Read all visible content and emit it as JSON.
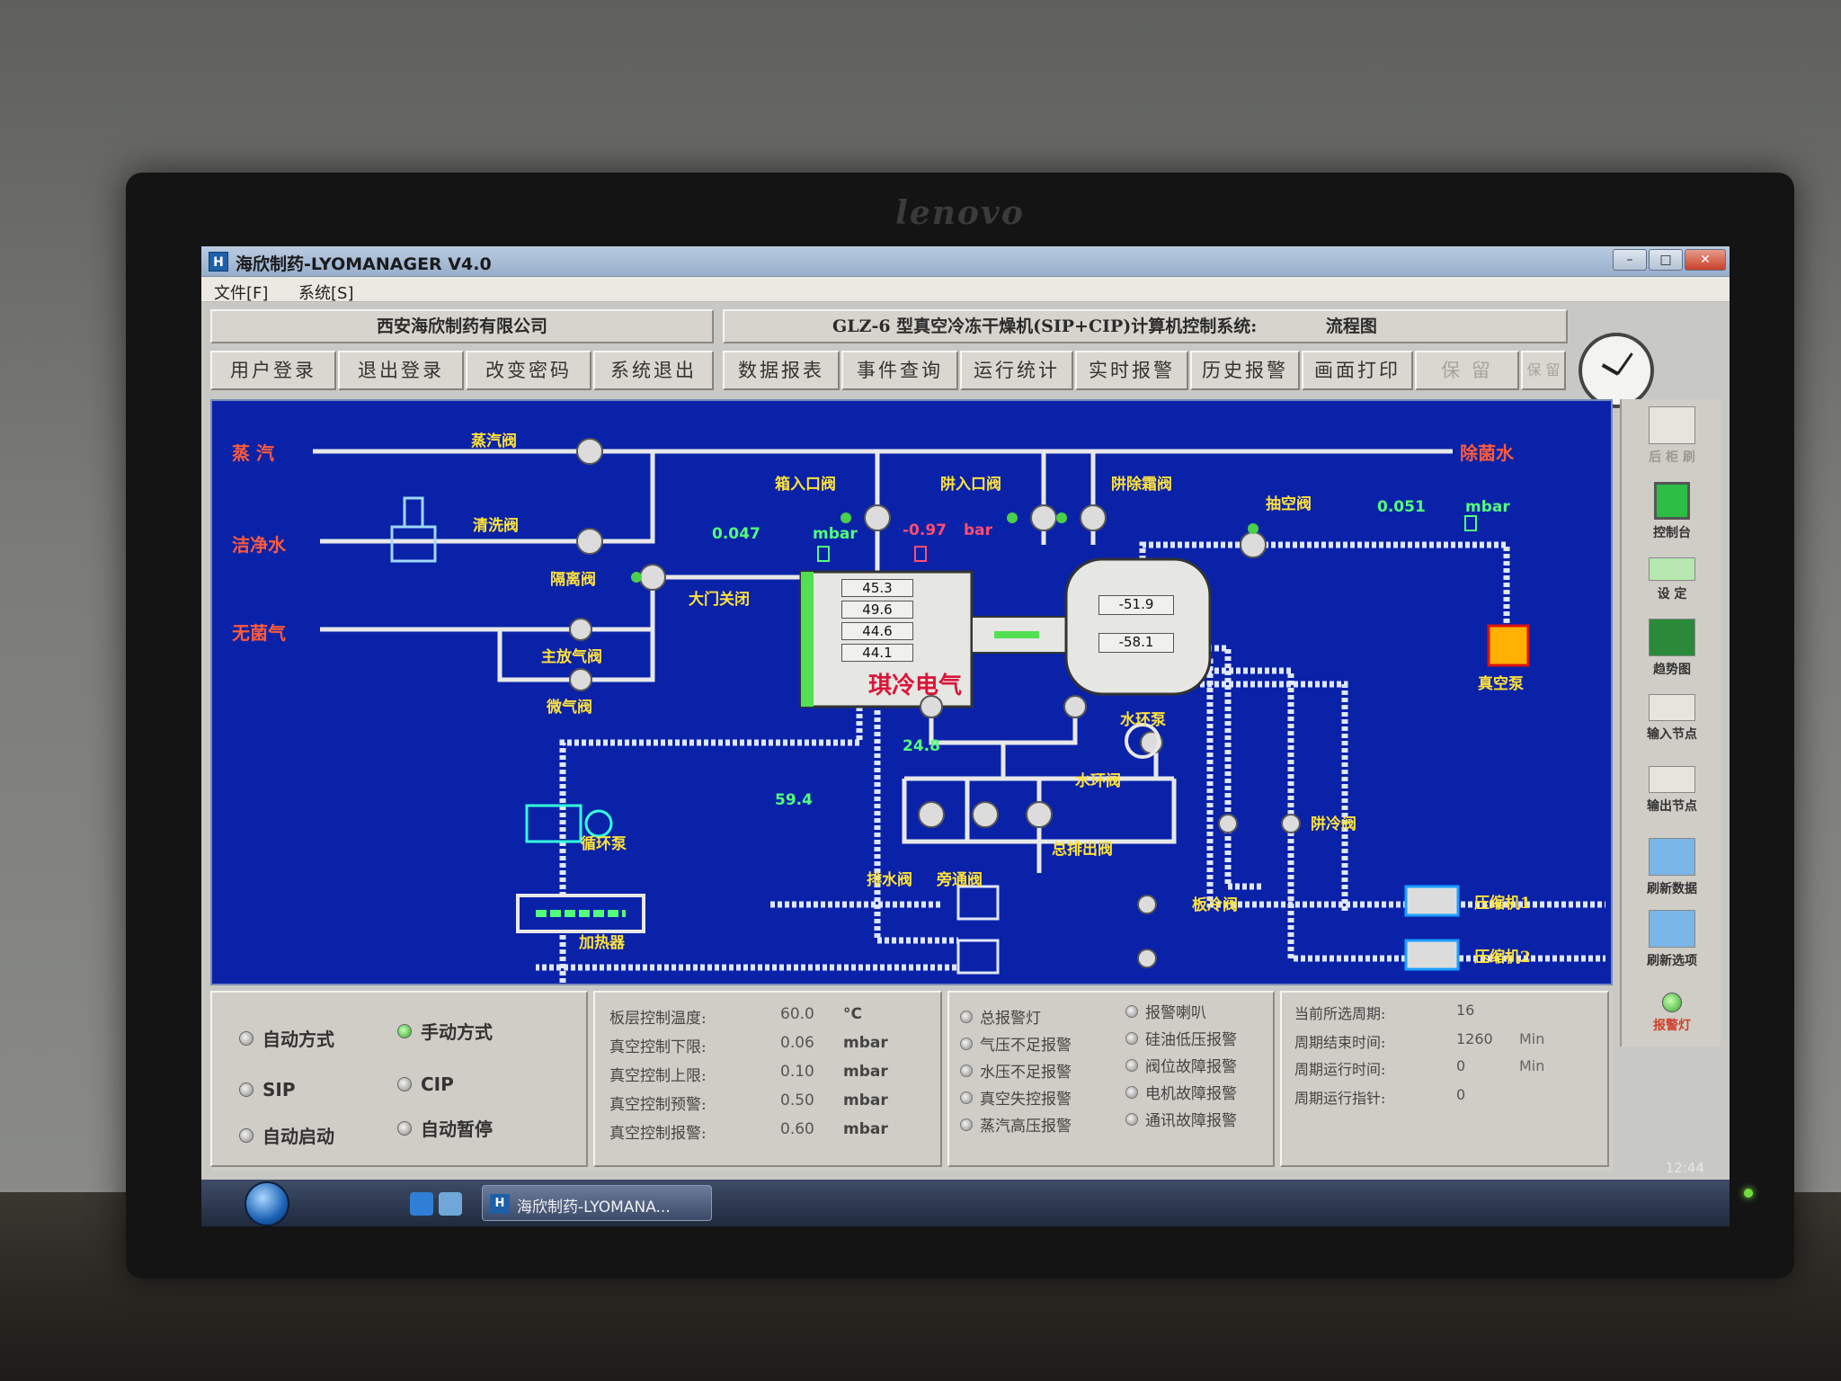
{
  "window": {
    "title": "海欣制药-LYOMANAGER V4.0",
    "controls": [
      "–",
      "□",
      "✕"
    ]
  },
  "menu": [
    {
      "label": "文件[F]"
    },
    {
      "label": "系统[S]"
    }
  ],
  "header": {
    "company": "西安海欣制药有限公司",
    "system_title": "GLZ-6 型真空冷冻干燥机(SIP+CIP)计算机控制系统:",
    "view_name": "流程图"
  },
  "toolbar": [
    {
      "label": "用户登录",
      "enabled": true
    },
    {
      "label": "退出登录",
      "enabled": true
    },
    {
      "label": "改变密码",
      "enabled": true
    },
    {
      "label": "系统退出",
      "enabled": true
    },
    {
      "label": "数据报表",
      "enabled": true
    },
    {
      "label": "事件查询",
      "enabled": true
    },
    {
      "label": "运行统计",
      "enabled": true
    },
    {
      "label": "实时报警",
      "enabled": true
    },
    {
      "label": "历史报警",
      "enabled": true
    },
    {
      "label": "画面打印",
      "enabled": true
    },
    {
      "label": "保 留",
      "enabled": false
    },
    {
      "label": "保 留",
      "enabled": false
    }
  ],
  "diagram": {
    "inputs": {
      "steam": "蒸 汽",
      "clean_water": "洁净水",
      "sterile_air": "无菌气",
      "drain": "除菌水"
    },
    "valves": {
      "steam_valve": "蒸汽阀",
      "wash_valve": "清洗阀",
      "isolation_valve": "隔离阀",
      "main_release_valve": "主放气阀",
      "micro_release_valve": "微气阀",
      "inlet_a": "箱入口阀",
      "inlet_b": "阱入口阀",
      "frost_valve": "阱除霜阀",
      "vacuum_valve": "抽空阀",
      "water_ring_valve": "水环阀",
      "drain_valve": "总排出阀",
      "water_valve": "排水阀",
      "bypass_valve": "旁通阀",
      "plate_cool_valve": "板冷阀",
      "trap_cool_valve": "阱冷阀"
    },
    "equipment": {
      "water_ring_pump": "水环泵",
      "circulation_pump": "循环泵",
      "heater": "加热器",
      "vacuum_pump": "真空泵",
      "compressor_1": "压缩机1",
      "compressor_2": "压缩机2"
    },
    "readings": {
      "chamber_pressure": "0.047",
      "chamber_unit": "mbar",
      "trap_pressure": "-0.97",
      "trap_unit": "bar",
      "vacuum_pressure": "0.051",
      "vacuum_unit": "mbar",
      "door_status": "大门关闭",
      "loop_temp": "24.8",
      "supply_temp": "59.4",
      "shelf_temps": [
        "45.3",
        "49.6",
        "44.6",
        "44.1"
      ],
      "trap_temps": [
        "-51.9",
        "-58.1"
      ]
    },
    "watermark": "琪冷电气"
  },
  "sidebar": [
    {
      "label": "后 柜 刷",
      "faint": true
    },
    {
      "label": "控制台",
      "faint": false
    },
    {
      "label": "设 定",
      "faint": false
    },
    {
      "label": "趋势图",
      "faint": false
    },
    {
      "label": "输入节点",
      "faint": false
    },
    {
      "label": "输出节点",
      "faint": false
    },
    {
      "label": "刷新数据",
      "faint": false
    },
    {
      "label": "刷新选项",
      "faint": false
    },
    {
      "label": "报警灯",
      "faint": false
    }
  ],
  "modes": [
    {
      "label": "自动方式",
      "on": false
    },
    {
      "label": "手动方式",
      "on": true
    },
    {
      "label": "SIP",
      "on": false
    },
    {
      "label": "CIP",
      "on": false
    },
    {
      "label": "自动启动",
      "on": false
    },
    {
      "label": "自动暂停",
      "on": false
    }
  ],
  "params": [
    {
      "label": "板层控制温度:",
      "value": "60.0",
      "unit": "°C"
    },
    {
      "label": "真空控制下限:",
      "value": "0.06",
      "unit": "mbar"
    },
    {
      "label": "真空控制上限:",
      "value": "0.10",
      "unit": "mbar"
    },
    {
      "label": "真空控制预警:",
      "value": "0.50",
      "unit": "mbar"
    },
    {
      "label": "真空控制报警:",
      "value": "0.60",
      "unit": "mbar"
    }
  ],
  "alarms_left": [
    "总报警灯",
    "气压不足报警",
    "水压不足报警",
    "真空失控报警",
    "蒸汽高压报警"
  ],
  "alarms_right": [
    "报警喇叭",
    "硅油低压报警",
    "阀位故障报警",
    "电机故障报警",
    "通讯故障报警"
  ],
  "cycle": [
    {
      "label": "当前所选周期:",
      "value": "16",
      "unit": ""
    },
    {
      "label": "周期结束时间:",
      "value": "1260",
      "unit": "Min"
    },
    {
      "label": "周期运行时间:",
      "value": "0",
      "unit": "Min"
    },
    {
      "label": "周期运行指针:",
      "value": "0",
      "unit": ""
    }
  ],
  "taskbar": {
    "task_label": "海欣制药-LYOMANA...",
    "time": "12:44"
  },
  "monitor": {
    "brand": "lenovo"
  }
}
